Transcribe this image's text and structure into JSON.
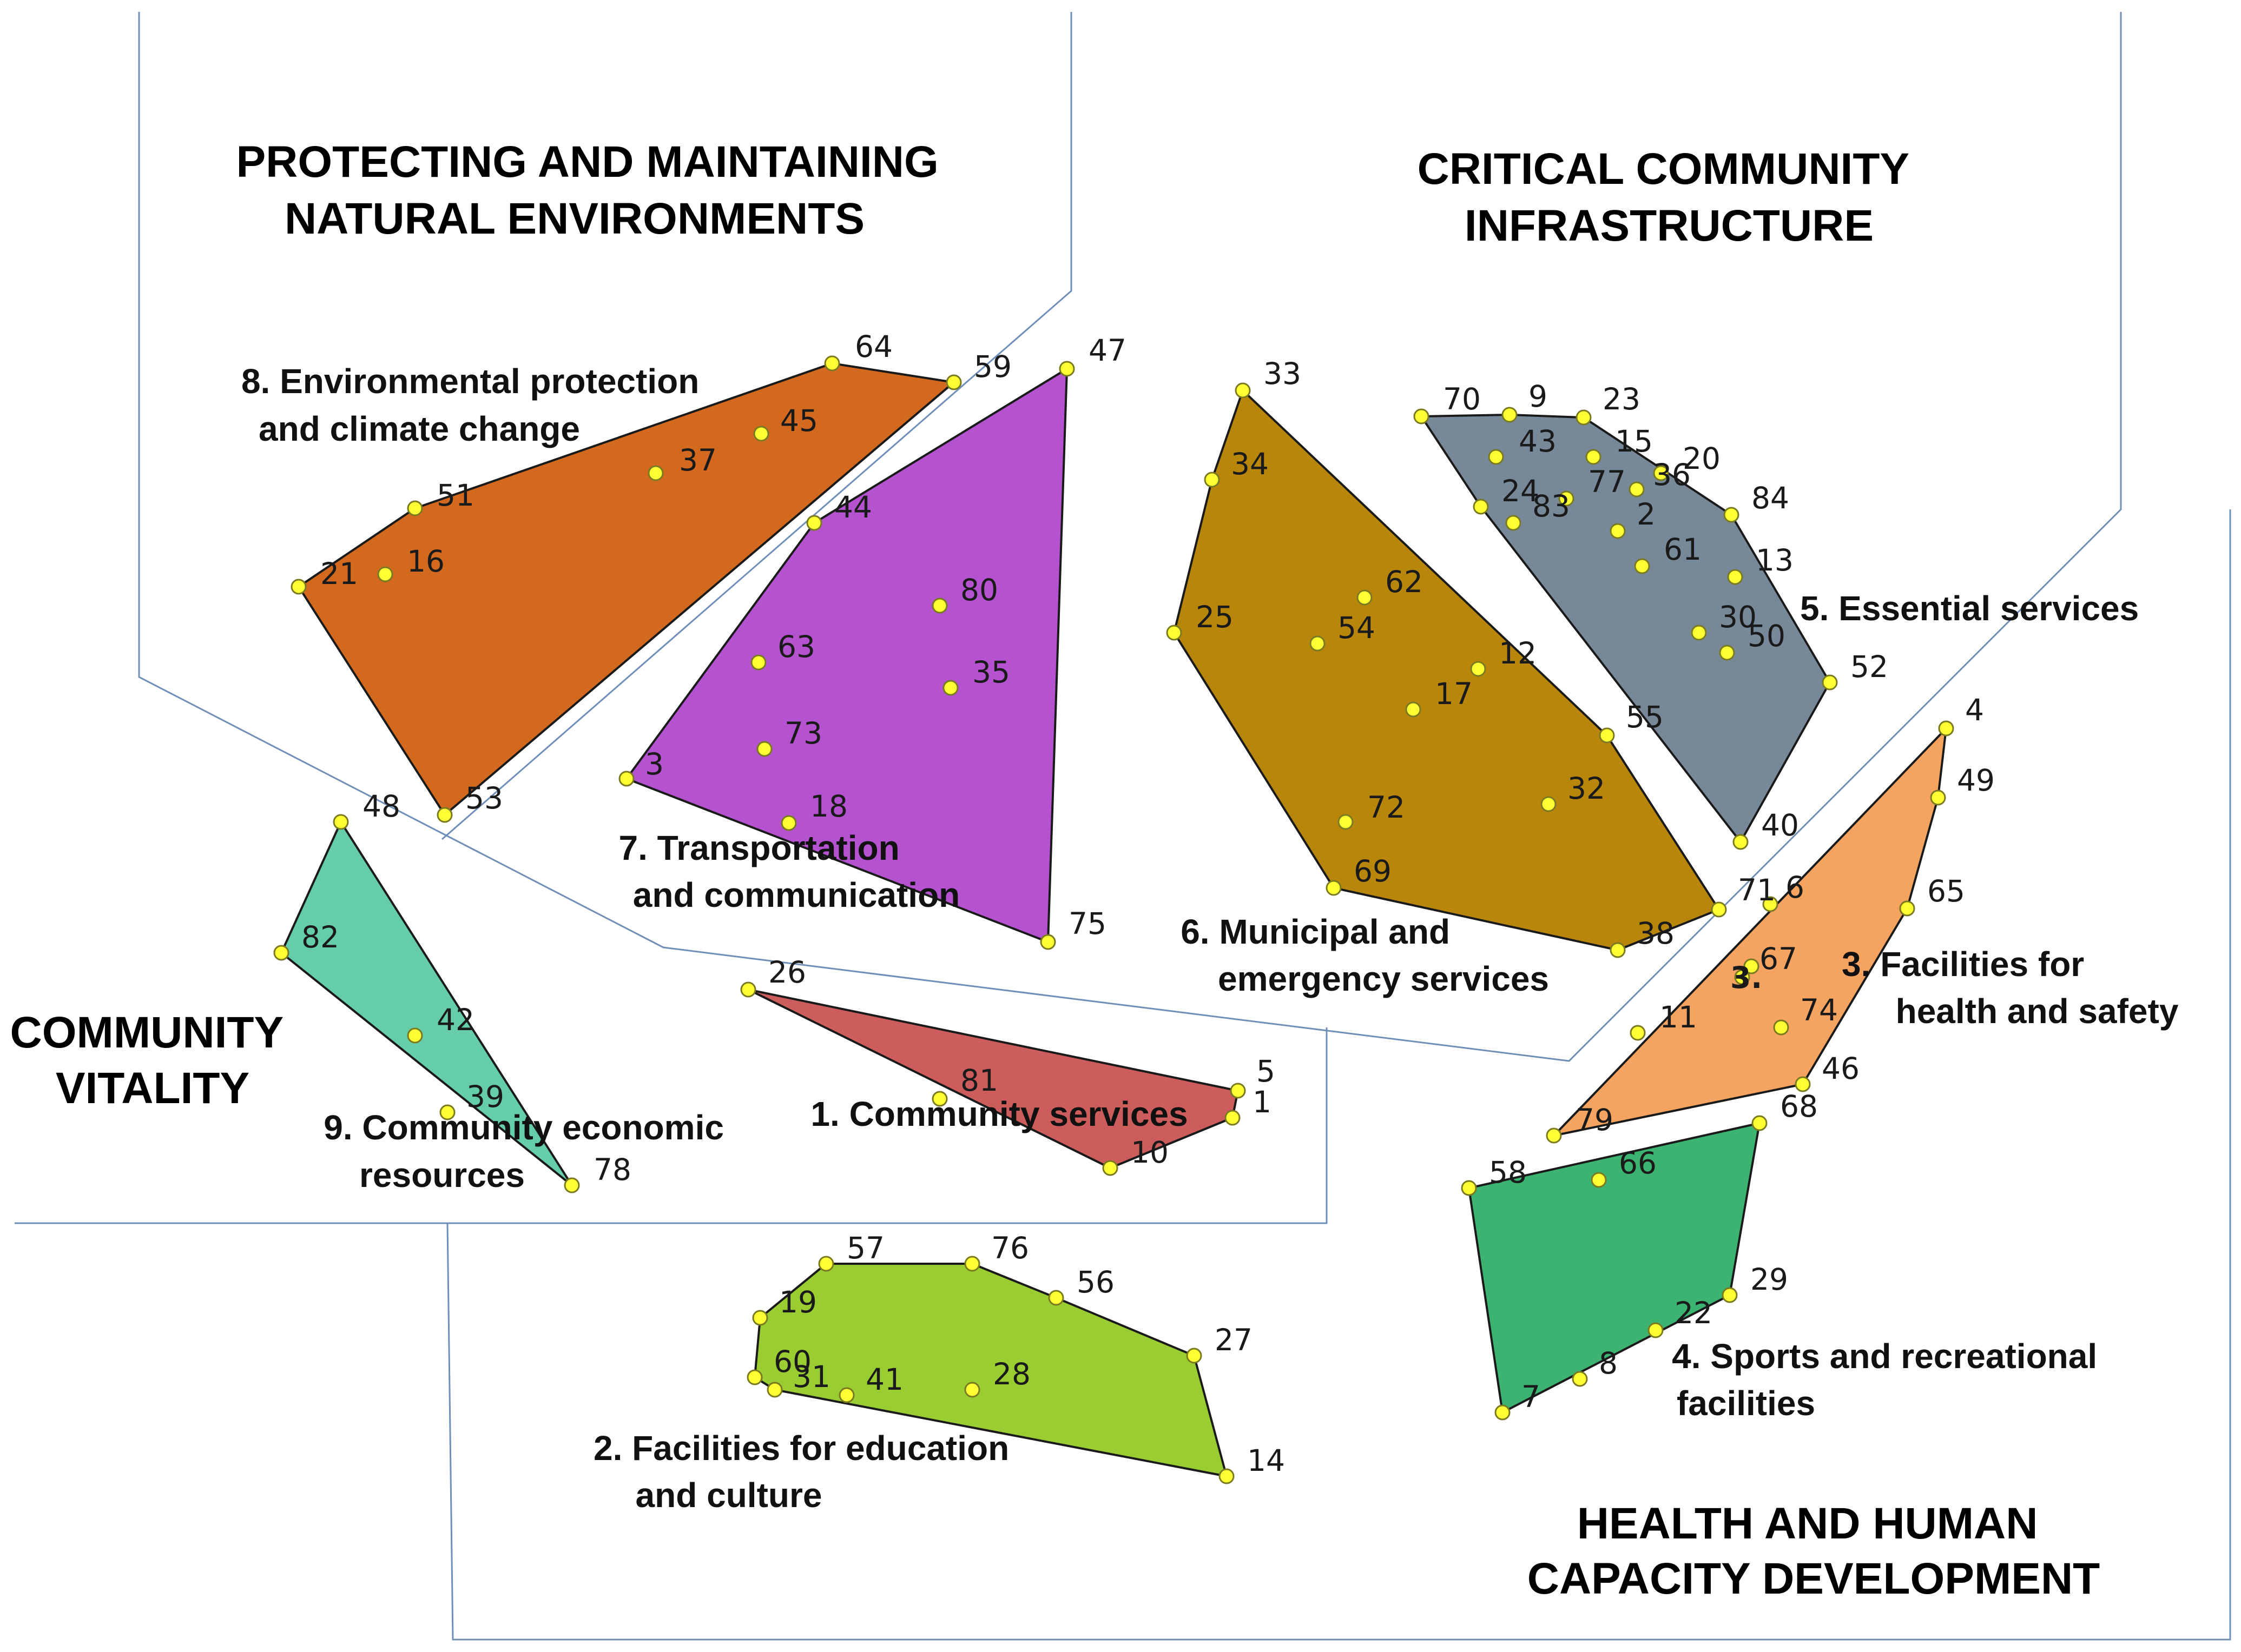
{
  "domains": [
    {
      "id": "natural",
      "lines": [
        "PROTECTING AND MAINTAINING",
        "NATURAL ENVIRONMENTS"
      ]
    },
    {
      "id": "critical",
      "lines": [
        "CRITICAL COMMUNITY",
        "INFRASTRUCTURE"
      ]
    },
    {
      "id": "vitality",
      "lines": [
        "COMMUNITY",
        "VITALITY"
      ]
    },
    {
      "id": "health",
      "lines": [
        "HEALTH AND HUMAN",
        "CAPACITY DEVELOPMENT"
      ]
    }
  ],
  "clusters": [
    {
      "id": "c8",
      "color": "#d2691e",
      "label": [
        "8. Environmental protection",
        "and climate change"
      ],
      "points": [
        "64",
        "59",
        "45",
        "37",
        "51",
        "21",
        "16",
        "53"
      ]
    },
    {
      "id": "c7",
      "color": "#b452d0",
      "label": [
        "7. Transportation",
        "and communication"
      ],
      "points": [
        "47",
        "44",
        "80",
        "63",
        "35",
        "73",
        "3",
        "18",
        "75"
      ]
    },
    {
      "id": "c6",
      "color": "#b8860b",
      "label": [
        "6. Municipal and",
        "emergency services"
      ],
      "points": [
        "33",
        "34",
        "25",
        "62",
        "54",
        "12",
        "17",
        "55",
        "32",
        "72",
        "69",
        "38",
        "71"
      ]
    },
    {
      "id": "c5",
      "color": "#778899",
      "label": [
        "5. Essential services"
      ],
      "points": [
        "70",
        "9",
        "23",
        "43",
        "15",
        "77",
        "36",
        "20",
        "24",
        "83",
        "2",
        "84",
        "61",
        "13",
        "30",
        "50",
        "52",
        "40"
      ]
    },
    {
      "id": "c3",
      "color": "#f4a460",
      "label": [
        "3. Facilities for",
        "health and safety"
      ],
      "points": [
        "4",
        "49",
        "65",
        "6",
        "3.",
        "67",
        "11",
        "74",
        "46",
        "79"
      ]
    },
    {
      "id": "c9",
      "color": "#66cdaa",
      "label": [
        "9. Community economic",
        "resources"
      ],
      "points": [
        "48",
        "82",
        "42",
        "39",
        "78"
      ]
    },
    {
      "id": "c1",
      "color": "#cd5c5c",
      "label": [
        "1. Community services"
      ],
      "points": [
        "26",
        "81",
        "5",
        "1",
        "10"
      ]
    },
    {
      "id": "c4",
      "color": "#3cb371",
      "label": [
        "4. Sports and recreational",
        "facilities"
      ],
      "points": [
        "68",
        "58",
        "66",
        "29",
        "22",
        "8",
        "7"
      ]
    },
    {
      "id": "c2",
      "color": "#9acd32",
      "label": [
        "2. Facilities for education",
        "and culture"
      ],
      "points": [
        "57",
        "76",
        "56",
        "19",
        "27",
        "60",
        "31",
        "41",
        "28",
        "14"
      ]
    }
  ]
}
